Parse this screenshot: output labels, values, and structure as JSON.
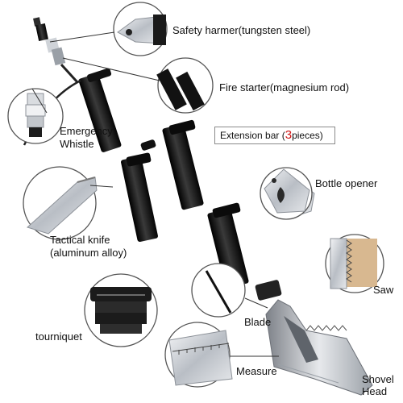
{
  "labels": {
    "safety_hammer": "Safety harmer(tungsten steel)",
    "fire_starter": "Fire starter(magnesium rod)",
    "emergency_whistle_line1": "Emergency",
    "emergency_whistle_line2": "Whistle",
    "extension_bar_prefix": "Extension bar (",
    "extension_bar_count": "3",
    "extension_bar_suffix": "pieces)",
    "bottle_opener": "Bottle opener",
    "tactical_knife_line1": "Tactical knife",
    "tactical_knife_line2": "(aluminum alloy)",
    "saw": "Saw",
    "blade": "Blade",
    "tourniquet": "tourniquet",
    "measure": "Measure",
    "shovel_head_line1": "Shovel",
    "shovel_head_line2": "Head"
  },
  "colors": {
    "highlight_number": "#d01818",
    "callout_circle": "#555555",
    "tube_black": "#141414",
    "steel": "#c8ccd2"
  },
  "icons": [
    "tungsten-hammer-icon",
    "magnesium-rod-icon",
    "whistle-icon",
    "knife-icon",
    "tourniquet-icon",
    "bottle-opener-icon",
    "saw-teeth-icon",
    "blade-icon",
    "ruler-icon",
    "shovel-head-icon"
  ]
}
